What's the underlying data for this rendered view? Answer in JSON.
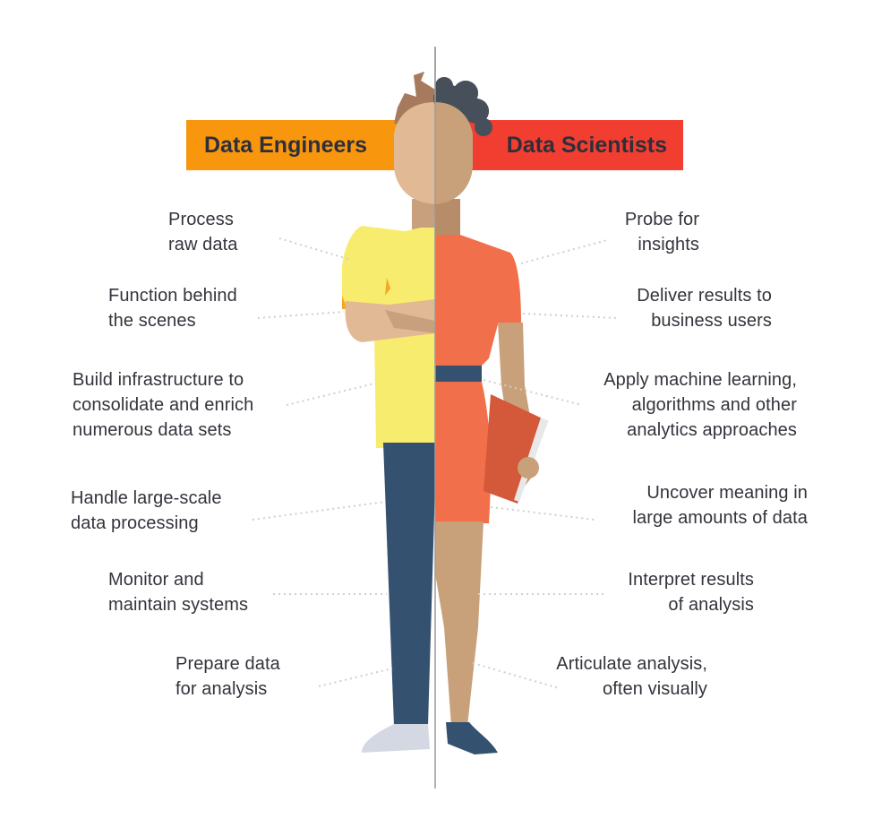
{
  "headers": {
    "left": "Data Engineers",
    "right": "Data Scientists"
  },
  "left_traits": [
    {
      "text": "Process\nraw data"
    },
    {
      "text": "Function behind\nthe scenes"
    },
    {
      "text": "Build infrastructure to\nconsolidate and enrich\nnumerous data sets"
    },
    {
      "text": "Handle large-scale\ndata processing"
    },
    {
      "text": "Monitor and\nmaintain systems"
    },
    {
      "text": "Prepare data\nfor analysis"
    }
  ],
  "right_traits": [
    {
      "text": "Probe for\ninsights"
    },
    {
      "text": "Deliver results to\nbusiness users"
    },
    {
      "text": "Apply machine learning,\nalgorithms and other\nanalytics approaches"
    },
    {
      "text": "Uncover meaning in\nlarge amounts of data"
    },
    {
      "text": "Interpret results\nof analysis"
    },
    {
      "text": "Articulate analysis,\noften visually"
    }
  ],
  "colors": {
    "engineer_banner": "#f8970e",
    "scientist_banner": "#f23d31",
    "engineer_shirt": "#f7ec6e",
    "engineer_pants": "#355170",
    "scientist_dress": "#f26f4c",
    "scientist_belt": "#355170",
    "text": "#33343c"
  }
}
